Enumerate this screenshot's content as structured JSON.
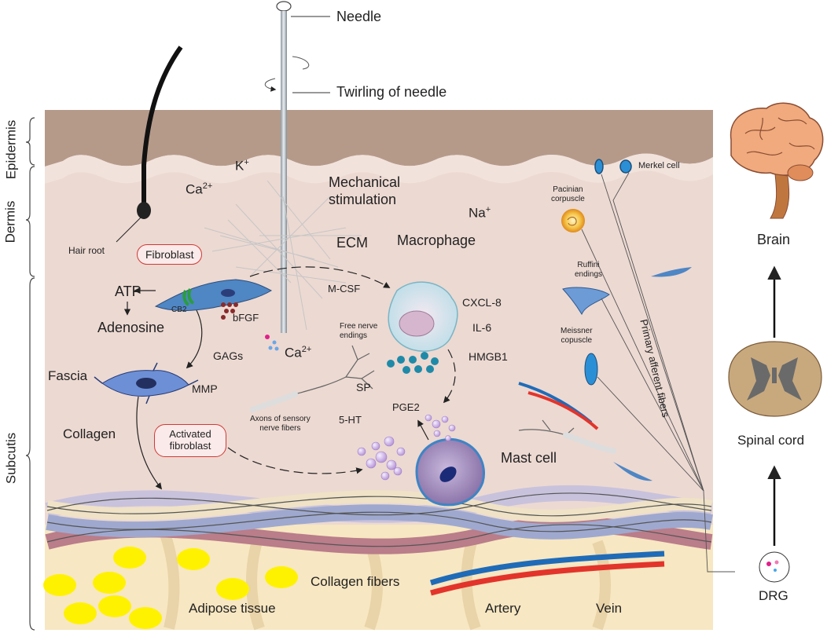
{
  "layers": {
    "epidermis": "Epidermis",
    "dermis": "Dermis",
    "subcutis": "Subcutis"
  },
  "needle": {
    "label": "Needle",
    "twirl": "Twirling of needle"
  },
  "ions": {
    "k": "K",
    "k_sup": "+",
    "ca_top": "Ca",
    "ca_top_sup": "2+",
    "na": "Na",
    "na_sup": "+",
    "ca_mid": "Ca",
    "ca_mid_sup": "2+"
  },
  "labels": {
    "mechanical": "Mechanical\nstimulation",
    "ecm": "ECM",
    "macrophage": "Macrophage",
    "hair_root": "Hair root",
    "fibroblast": "Fibroblast",
    "atp": "ATP",
    "cb2": "CB2",
    "adenosine": "Adenosine",
    "bfgf": "bFGF",
    "gags": "GAGs",
    "mcsf": "M-CSF",
    "cxcl8": "CXCL-8",
    "il6": "IL-6",
    "hmgb1": "HMGB1",
    "free_nerve": "Free nerve\nendings",
    "sp": "SP",
    "fascia": "Fascia",
    "mmp": "MMP",
    "axons": "Axons of sensory\nnerve fibers",
    "pge2": "PGE2",
    "ht5": "5-HT",
    "collagen": "Collagen",
    "activated_fibroblast": "Activated\nfibroblast",
    "mast_cell": "Mast cell",
    "collagen_fibers": "Collagen fibers",
    "adipose": "Adipose tissue",
    "artery": "Artery",
    "vein": "Vein",
    "merkel": "Merkel cell",
    "pacinian": "Pacinian\ncorpuscle",
    "ruffini": "Ruffini\nendings",
    "meissner": "Meissner\ncopuscle",
    "primary_afferent": "Primary afferent fibers",
    "brain": "Brain",
    "spinal_cord": "Spinal cord",
    "drg": "DRG"
  },
  "colors": {
    "skin_top": "#b59a8a",
    "dermis": "#ecd9d2",
    "adipose_bg": "#f7e7c2",
    "fat_cell": "#fff200",
    "box_red": "#d03a33",
    "artery": "#e2342b",
    "vein": "#1f6bb8",
    "macrophage": "#cde6ee",
    "mast_cell": "#9c85b9"
  }
}
